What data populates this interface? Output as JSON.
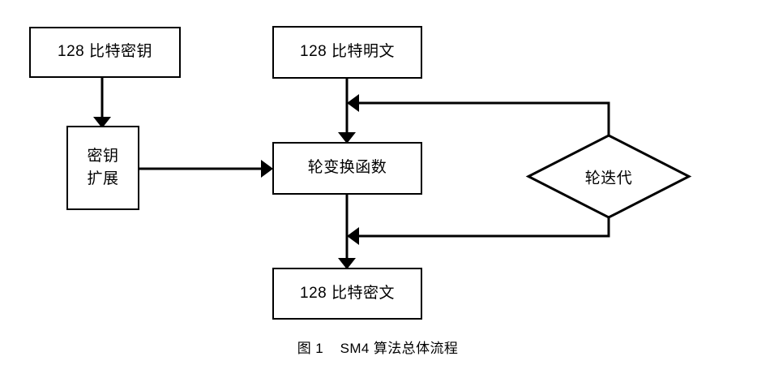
{
  "figure": {
    "title_caption": "图 1    SM4 算法总体流程",
    "background_color": "#ffffff",
    "stroke_color": "#000000"
  },
  "nodes": {
    "key_input": {
      "label": "128 比特密钥",
      "shape": "rectangle"
    },
    "key_expansion": {
      "label_line1": "密钥",
      "label_line2": "扩展",
      "shape": "rectangle"
    },
    "plaintext": {
      "label": "128 比特明文",
      "shape": "rectangle"
    },
    "round_function": {
      "label": "轮变换函数",
      "shape": "rectangle"
    },
    "ciphertext": {
      "label": "128 比特密文",
      "shape": "rectangle"
    },
    "round_iteration": {
      "label": "轮迭代",
      "shape": "diamond"
    }
  },
  "edges": [
    {
      "name": "key-input-to-key-expansion",
      "from": "key_input",
      "to": "key_expansion",
      "direction": "down",
      "arrow": true
    },
    {
      "name": "key-expansion-to-round-function",
      "from": "key_expansion",
      "to": "round_function",
      "direction": "right",
      "arrow": true
    },
    {
      "name": "plaintext-to-round-function",
      "from": "plaintext",
      "to": "round_function",
      "direction": "down",
      "arrow": true
    },
    {
      "name": "round-iteration-feedback-top",
      "from": "round_iteration",
      "to": "plaintext-to-round-function",
      "direction": "left",
      "arrow": true
    },
    {
      "name": "round-function-to-ciphertext",
      "from": "round_function",
      "to": "ciphertext",
      "direction": "down",
      "arrow": true
    },
    {
      "name": "round-iteration-feedback-bottom",
      "from": "round_iteration",
      "to": "round-function-to-ciphertext",
      "direction": "left",
      "arrow": true
    }
  ]
}
